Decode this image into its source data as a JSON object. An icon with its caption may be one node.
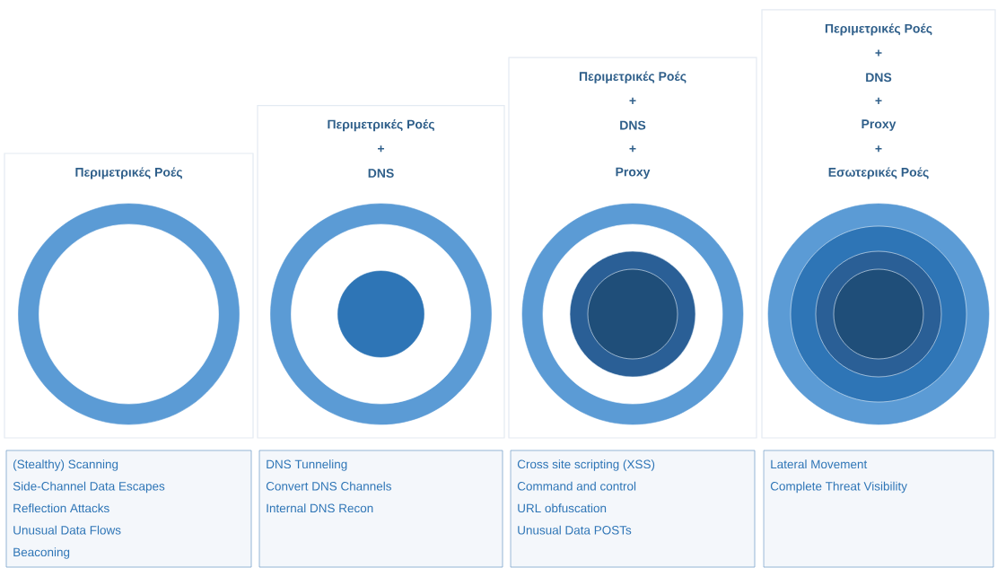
{
  "diagram": {
    "nodes": [
      {
        "text": [
          "Περιμετρικές Ροές"
        ]
      },
      {
        "text": [
          "Περιμετρικές Ροές",
          "+",
          "DNS"
        ]
      },
      {
        "text": [
          "Περιμετρικές Ροές",
          "+",
          "DNS",
          "+",
          "Proxy"
        ]
      },
      {
        "text": [
          "Περιμετρικές Ροές",
          "+",
          "DNS",
          "+",
          "Proxy",
          "+",
          "Εσωτερικές Ροές"
        ]
      },
      {
        "text": [
          "(Stealthy) Scanning",
          "Side-Channel Data Escapes",
          "Reflection Attacks",
          "Unusual Data Flows",
          "Beaconing"
        ]
      },
      {
        "text": [
          "DNS Tunneling",
          "Convert DNS Channels",
          "Internal DNS Recon"
        ]
      },
      {
        "text": [
          "Cross site scripting (XSS)",
          "Command and control",
          "URL obfuscation",
          "Unusual Data POSTs"
        ]
      },
      {
        "text": [
          "Lateral Movement",
          "Complete Threat Visibility"
        ]
      }
    ]
  }
}
